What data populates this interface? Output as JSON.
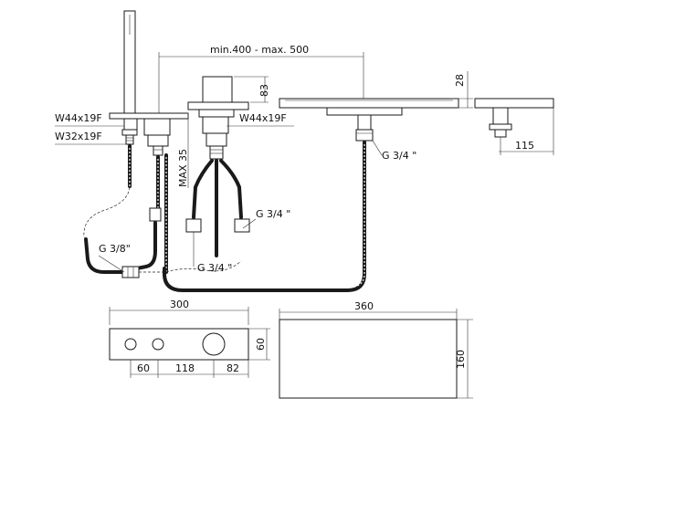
{
  "labels": {
    "span": "min.400 - max. 500",
    "h83": "83",
    "h28": "28",
    "nut_a": "W44x19F",
    "nut_b": "W44x19F",
    "nut_c": "W32x19F",
    "max35": "MAX 35",
    "g34_spout": "G 3/4 \"",
    "g34_right": "G 3/4 \"",
    "g34_bottom": "G 3/4 \"",
    "g38": "G 3/8\"",
    "d115": "115",
    "d300": "300",
    "d60h": "60",
    "d60": "60",
    "d118": "118",
    "d82": "82",
    "d360": "360",
    "d160": "160"
  }
}
